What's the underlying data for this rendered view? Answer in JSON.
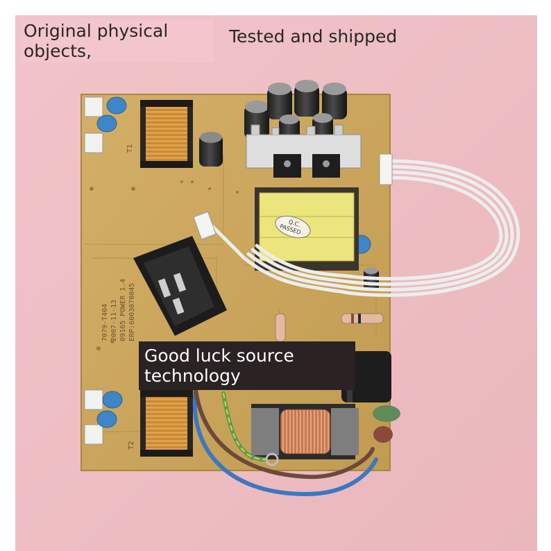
{
  "captions": {
    "top_left": "Original physical objects,",
    "top_right": "Tested and shipped",
    "center_overlay": "Good luck source technology"
  },
  "board_markings": {
    "model_line_1": "7079-T404",
    "model_line_2": "2007-11-13",
    "model_line_3": "09165 POWER 1.4",
    "model_line_4": "ERP:6003070045",
    "label_T1": "T1",
    "label_T2": "T2",
    "qc_line_1": "Q.C.",
    "qc_line_2": "PASSED"
  },
  "colors": {
    "background": "#eec1c6",
    "pcb": "#caa55e",
    "pcb_dark": "#a98545",
    "transformer_yellow": "#ece47c",
    "wire_white": "#ececec",
    "blue_cap": "#3f86c8"
  }
}
